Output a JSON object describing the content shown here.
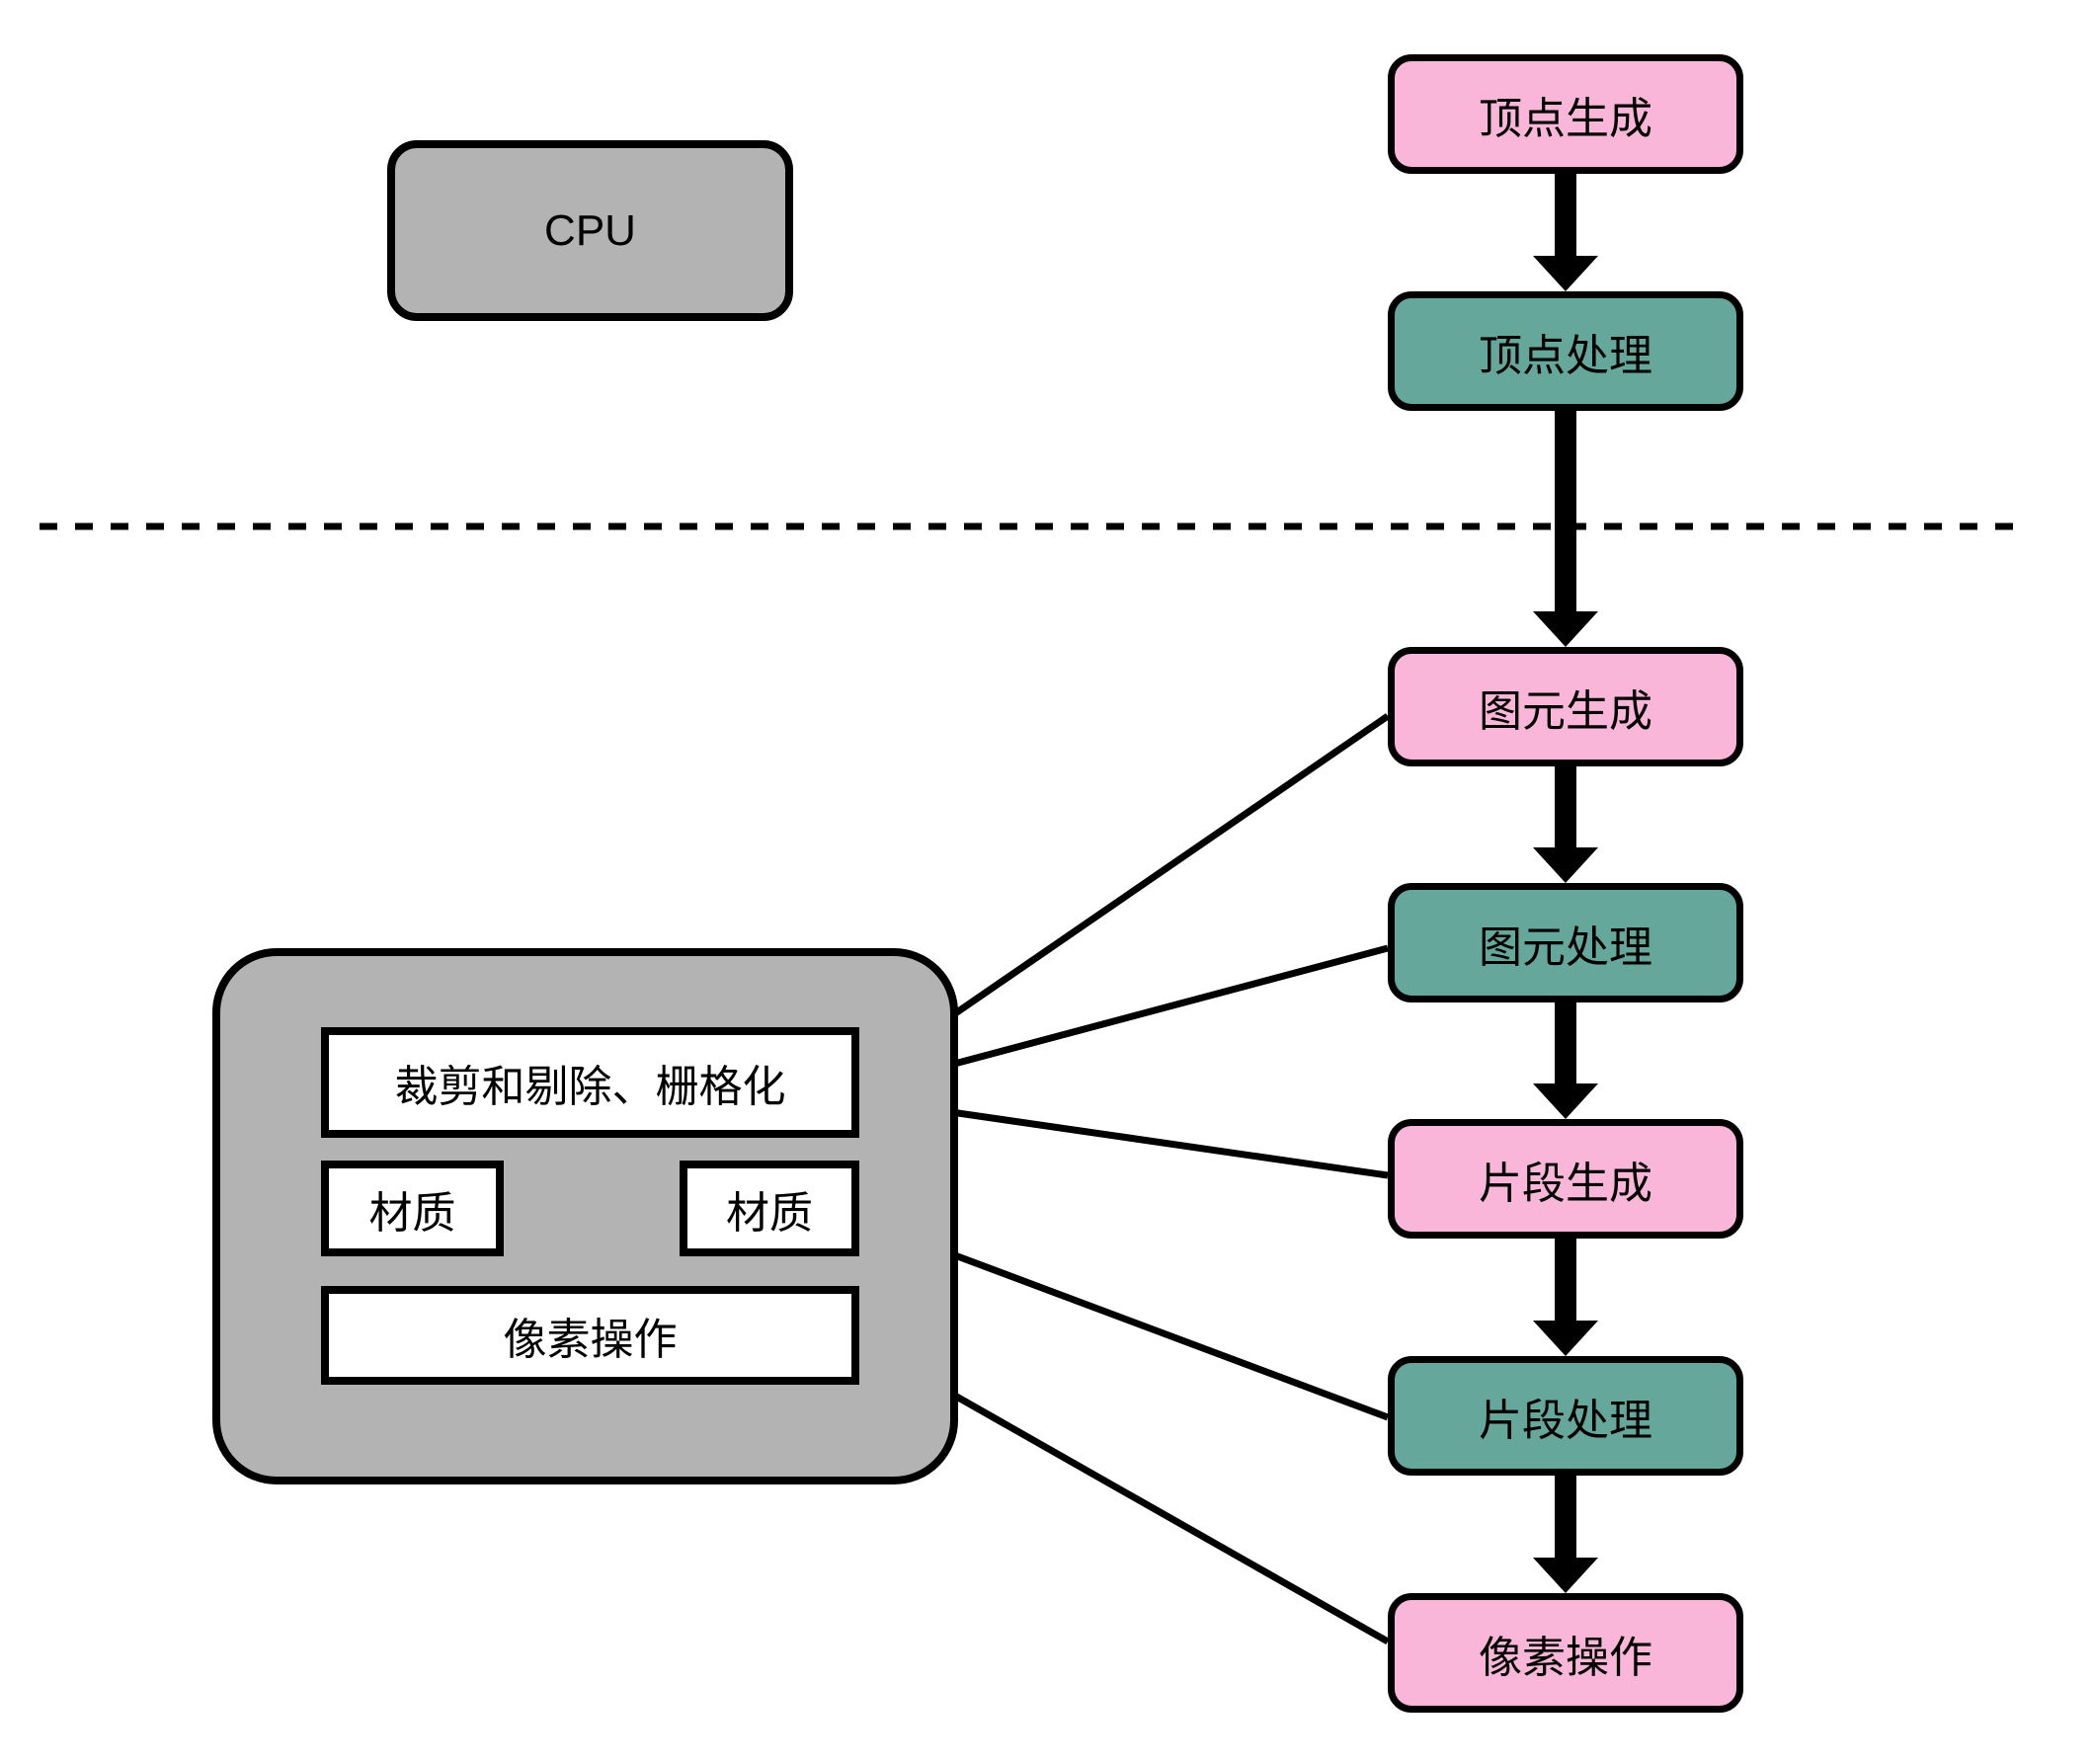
{
  "diagram": {
    "cpu": {
      "label": "CPU"
    },
    "pipeline": {
      "stages": [
        {
          "label": "顶点生成",
          "kind": "generation"
        },
        {
          "label": "顶点处理",
          "kind": "processing"
        },
        {
          "label": "图元生成",
          "kind": "generation"
        },
        {
          "label": "图元处理",
          "kind": "processing"
        },
        {
          "label": "片段生成",
          "kind": "generation"
        },
        {
          "label": "片段处理",
          "kind": "processing"
        },
        {
          "label": "像素操作",
          "kind": "generation"
        }
      ]
    },
    "gpu_units": [
      {
        "label": "裁剪和剔除、栅格化"
      },
      {
        "label": "材质"
      },
      {
        "label": "材质"
      },
      {
        "label": "像素操作"
      }
    ],
    "connections": {
      "chain": [
        {
          "from": "顶点生成",
          "to": "顶点处理"
        },
        {
          "from": "顶点处理",
          "to": "图元生成"
        },
        {
          "from": "图元生成",
          "to": "图元处理"
        },
        {
          "from": "图元处理",
          "to": "片段生成"
        },
        {
          "from": "片段生成",
          "to": "片段处理"
        },
        {
          "from": "片段处理",
          "to": "像素操作"
        }
      ],
      "cross": [
        {
          "from": "图元生成",
          "to": "裁剪和剔除、栅格化"
        },
        {
          "from": "图元处理",
          "to": "裁剪和剔除、栅格化"
        },
        {
          "from": "片段生成",
          "to": "裁剪和剔除、栅格化"
        },
        {
          "from": "片段处理",
          "to": "材质"
        },
        {
          "from": "像素操作",
          "to": "像素操作"
        }
      ]
    },
    "colors": {
      "generation_fill": "#F9B6D8",
      "processing_fill": "#66A79B",
      "hardware_fill": "#B3B3B3",
      "unit_fill": "#FFFFFF",
      "line": "#000000"
    }
  }
}
